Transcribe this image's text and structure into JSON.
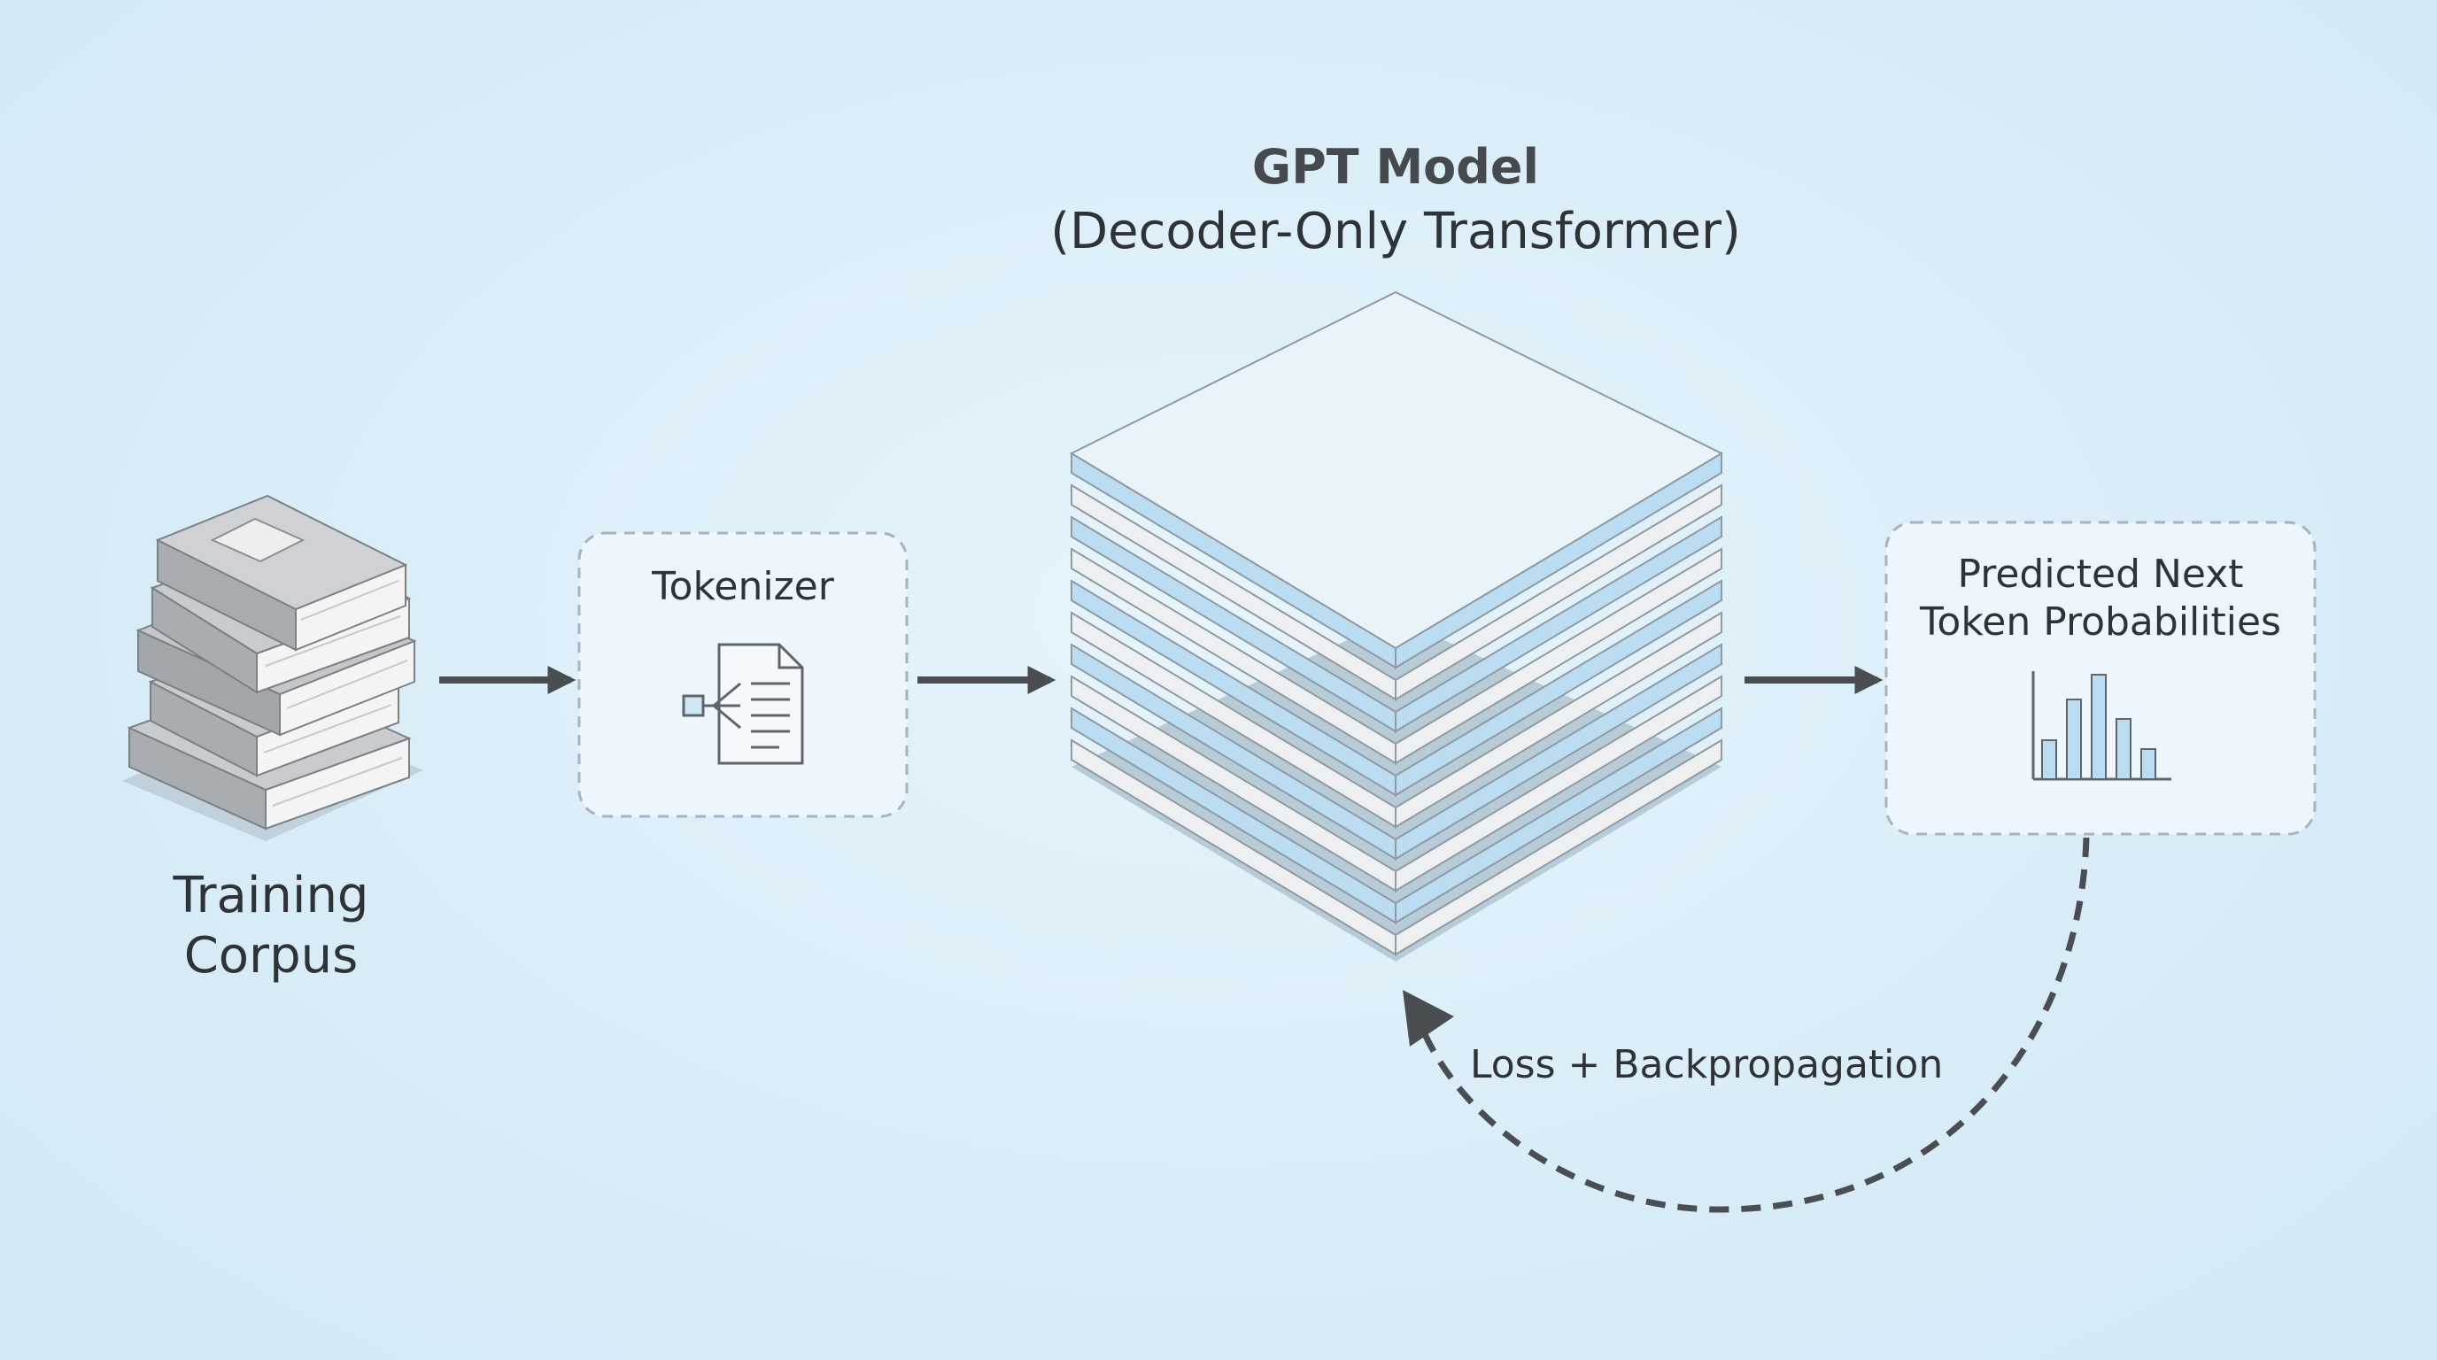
{
  "model": {
    "title": "GPT Model",
    "subtitle": "(Decoder-Only Transformer)",
    "layer_colors": [
      "#bcdcf1",
      "#eeeff1"
    ]
  },
  "corpus": {
    "label": "Training\nCorpus",
    "icon": "book-stack-icon"
  },
  "tokenizer": {
    "label": "Tokenizer",
    "icon": "document-split-icon"
  },
  "prediction": {
    "label": "Predicted Next\nToken Probabilities",
    "icon": "bar-chart-icon"
  },
  "feedback": {
    "label": "Loss + Backpropagation"
  },
  "colors": {
    "background": "#dbeef8",
    "arrow": "#4a4d51",
    "box_border": "#a9b3bd",
    "box_fill": "#edf6fc",
    "accent_blue": "#bcdcf1"
  }
}
